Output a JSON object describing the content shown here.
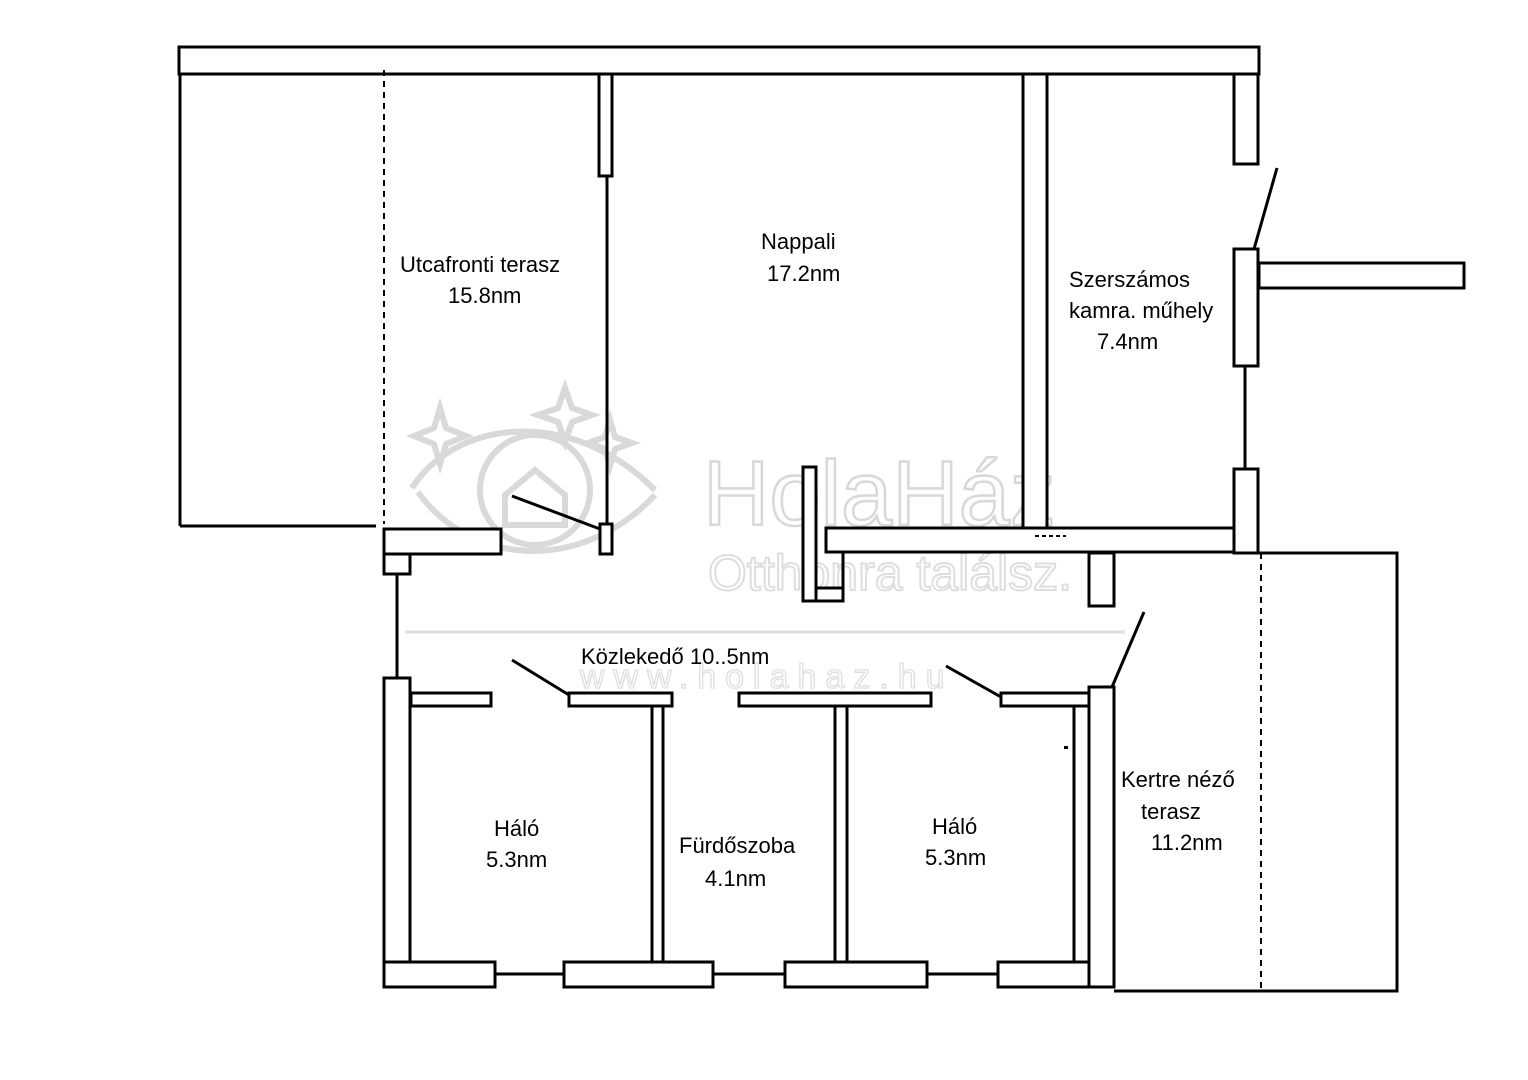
{
  "floor_plan": {
    "rooms": [
      {
        "id": "street-terrace",
        "lines": [
          "Utcafronti terasz",
          "15.8nm"
        ]
      },
      {
        "id": "living-room",
        "lines": [
          "Nappali",
          "17.2nm"
        ]
      },
      {
        "id": "tool-storage",
        "lines": [
          "Szerszámos",
          "kamra. műhely",
          "7.4nm"
        ]
      },
      {
        "id": "corridor",
        "lines": [
          "Közlekedő 10..5nm"
        ]
      },
      {
        "id": "bedroom-left",
        "lines": [
          "Háló",
          "5.3nm"
        ]
      },
      {
        "id": "bathroom",
        "lines": [
          "Fürdőszoba",
          "4.1nm"
        ]
      },
      {
        "id": "bedroom-right",
        "lines": [
          "Háló",
          "5.3nm"
        ]
      },
      {
        "id": "garden-terrace",
        "lines": [
          "Kertre néző",
          "terasz",
          "11.2nm"
        ]
      }
    ]
  },
  "watermark": {
    "brand": "HolaHáz",
    "slogan": "Otthonra találsz.",
    "url": "www.holahaz.hu"
  },
  "colors": {
    "line": "#000000",
    "background": "#ffffff",
    "watermark": "#d8d8d8"
  }
}
